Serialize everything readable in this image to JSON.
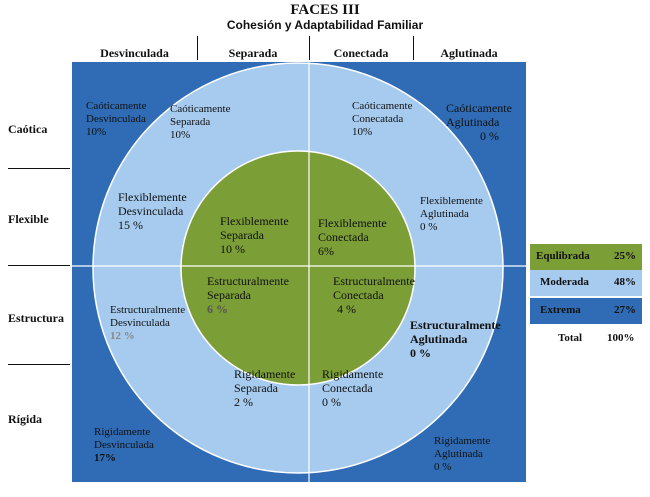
{
  "title": "FACES III",
  "subtitle": "Cohesión y Adaptabilidad Familiar",
  "columns": [
    "Desvinculada",
    "Separada",
    "Conectada",
    "Aglutinada"
  ],
  "rows": [
    "Caótica",
    "Flexible",
    "Estructura",
    "Rígida"
  ],
  "colors": {
    "extrema": "#2f6cb5",
    "moderada": "#a6cbef",
    "equilibrada": "#7c9e36"
  },
  "cells": {
    "caot_desv": [
      "Caóticamente",
      "Desvinculada",
      "10%"
    ],
    "caot_sep": [
      "Caóticamente",
      "Separada",
      "10%"
    ],
    "caot_con": [
      "Caóticamente",
      "Conecatada",
      "10%"
    ],
    "caot_aglu": [
      "Caóticamente",
      "Aglutinada",
      "0 %"
    ],
    "flex_desv": [
      "Flexiblemente",
      "Desvinculada",
      "15 %"
    ],
    "flex_sep": [
      "Flexiblemente",
      "Separada",
      "10 %"
    ],
    "flex_con": [
      "Flexiblemente",
      "Conectada",
      "6%"
    ],
    "flex_aglu": [
      "Flexiblemente",
      "Aglutinada",
      "0 %"
    ],
    "est_desv": [
      "Estructuralmente",
      "Desvinculada",
      "12 %"
    ],
    "est_sep": [
      "Estructuralmente",
      "Separada",
      "6 %"
    ],
    "est_con": [
      "Estructuralmente",
      "Conectada",
      "4 %"
    ],
    "est_aglu": [
      "Estructuralmente",
      "Aglutinada",
      "0 %"
    ],
    "rig_desv": [
      "Rigidamente",
      "Desvinculada",
      "17%"
    ],
    "rig_sep": [
      "Rigidamente",
      "Separada",
      "2 %"
    ],
    "rig_con": [
      "Rigidamente",
      "Conectada",
      "0 %"
    ],
    "rig_aglu": [
      "Rigidamente",
      "Aglutinada",
      "0 %"
    ]
  },
  "legend": [
    {
      "name": "Equlibrada",
      "value": "25%"
    },
    {
      "name": "Moderada",
      "value": "48%"
    },
    {
      "name": "Extrema",
      "value": "27%"
    }
  ],
  "total": {
    "label": "Total",
    "value": "100%"
  }
}
